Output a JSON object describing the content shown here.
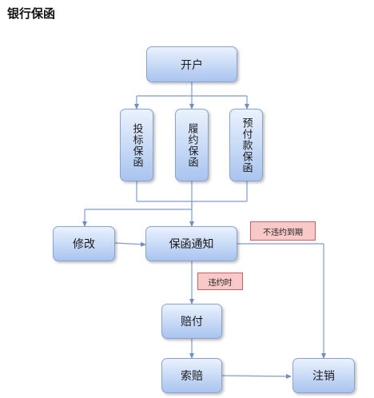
{
  "title": "银行保函",
  "nodes": {
    "open": "开户",
    "bid": "投标保函",
    "perform": "履约保函",
    "prepay": "预付款保函",
    "modify": "修改",
    "notice": "保函通知",
    "pay": "赔付",
    "claim": "索赔",
    "cancel": "注销"
  },
  "notes": {
    "no_breach": "不违约到期",
    "breach": "违约时"
  },
  "colors": {
    "box_top": "#e9f1fd",
    "box_bottom": "#a9c4ef",
    "line": "#7f9cc9",
    "note_bg": "#f9c8c8"
  }
}
